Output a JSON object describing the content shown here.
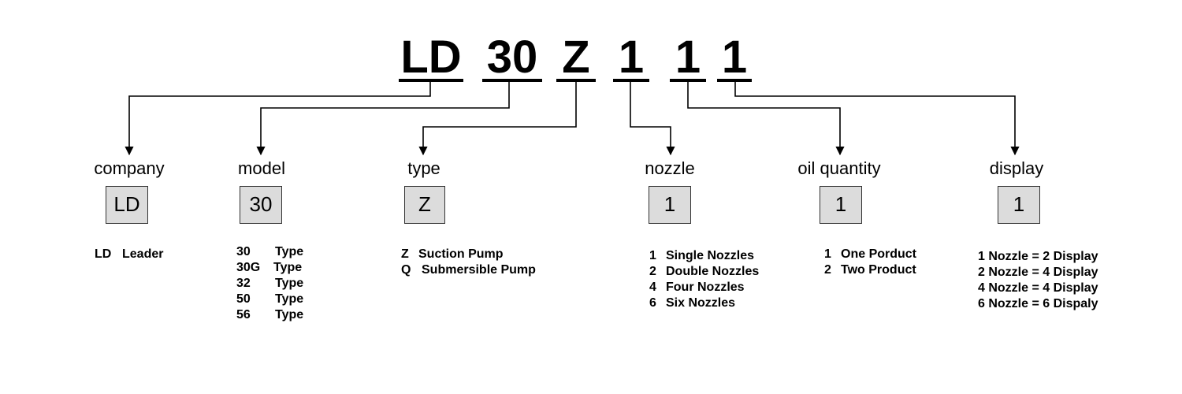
{
  "code": {
    "segments": [
      {
        "text": "LD"
      },
      {
        "text": "30"
      },
      {
        "text": "Z"
      },
      {
        "text": "1"
      },
      {
        "text": "1"
      },
      {
        "text": "1"
      }
    ]
  },
  "fields": [
    {
      "label": "company",
      "box": "LD",
      "items": [
        {
          "key": "LD",
          "desc": "Leader"
        }
      ]
    },
    {
      "label": "model",
      "box": "30",
      "items": [
        {
          "key": "30",
          "desc": "Type"
        },
        {
          "key": "30G",
          "desc": "Type"
        },
        {
          "key": "32",
          "desc": "Type"
        },
        {
          "key": "50",
          "desc": "Type"
        },
        {
          "key": "56",
          "desc": "Type"
        }
      ]
    },
    {
      "label": "type",
      "box": "Z",
      "items": [
        {
          "key": "Z",
          "desc": "Suction Pump"
        },
        {
          "key": "Q",
          "desc": "Submersible Pump"
        }
      ]
    },
    {
      "label": "nozzle",
      "box": "1",
      "items": [
        {
          "key": "1",
          "desc": "Single Nozzles"
        },
        {
          "key": "2",
          "desc": "Double Nozzles"
        },
        {
          "key": "4",
          "desc": "Four Nozzles"
        },
        {
          "key": "6",
          "desc": "Six Nozzles"
        }
      ]
    },
    {
      "label": "oil quantity",
      "box": "1",
      "items": [
        {
          "key": "1",
          "desc": "One Porduct"
        },
        {
          "key": "2",
          "desc": "Two Product"
        }
      ]
    },
    {
      "label": "display",
      "box": "1",
      "items": [
        {
          "text": "1 Nozzle = 2 Display"
        },
        {
          "text": "2 Nozzle = 4 Display"
        },
        {
          "text": "4 Nozzle = 4 Display"
        },
        {
          "text": "6 Nozzle = 6 Dispaly"
        }
      ]
    }
  ]
}
